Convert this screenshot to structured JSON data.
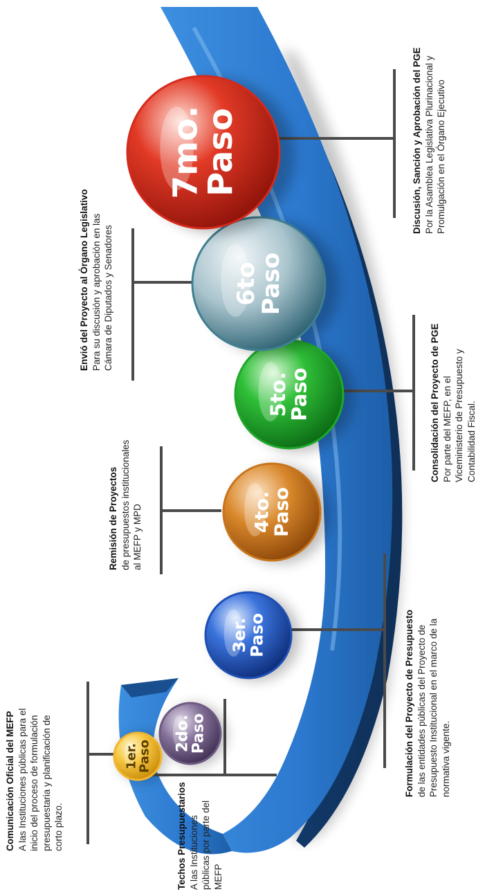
{
  "steps": [
    {
      "number": "1er.",
      "word": "Paso",
      "color": "#f2b632",
      "title": "Comunicación Oficial del MEFP",
      "lines": [
        "A las Instituciones públicas para el",
        "inicio del proceso de formulación",
        "presupuestaria y planificación de",
        "corto plazo."
      ]
    },
    {
      "number": "2do.",
      "word": "Paso",
      "color": "#6e5a82",
      "title": "Techos Presupuestarios",
      "lines": [
        "A las Instituciones",
        "públicas por parte del",
        "MEFP"
      ]
    },
    {
      "number": "3er.",
      "word": "Paso",
      "color": "#1f4fb4",
      "title": "Formulación del Proyecto  de Presupuesto",
      "lines": [
        "de las entidades públicas del Proyecto de",
        "Presupuesto Institucional en el marco de la",
        "normativa vigente."
      ]
    },
    {
      "number": "4to.",
      "word": "Paso",
      "color": "#c8741c",
      "title": "Remisión de Proyectos",
      "lines": [
        "de presupuestos institucionales",
        "al MEFP y MPD"
      ]
    },
    {
      "number": "5to.",
      "word": "Paso",
      "color": "#1ea82a",
      "title": "Consolidación del Proyecto de PGE",
      "lines": [
        "Por parte del MEFP, en el",
        "Viceministerio de Presupuesto y",
        "Contabilidad Fiscal."
      ]
    },
    {
      "number": "6to",
      "word": "Paso",
      "color": "#3f7f91",
      "title": "Envió del Proyecto al Órgano Legislativo",
      "lines": [
        "Para su discusión y aprobación en las",
        "Cámara de Diputados y Senadores"
      ]
    },
    {
      "number": "7mo.",
      "word": "Paso",
      "color": "#d42a1c",
      "title": "Discusión, Sanción y Aprobación del PGE",
      "lines": [
        "Por la Asamblea Legislativa Plurinacional y",
        "Promulgación en el Órgano Ejecutivo"
      ]
    }
  ]
}
